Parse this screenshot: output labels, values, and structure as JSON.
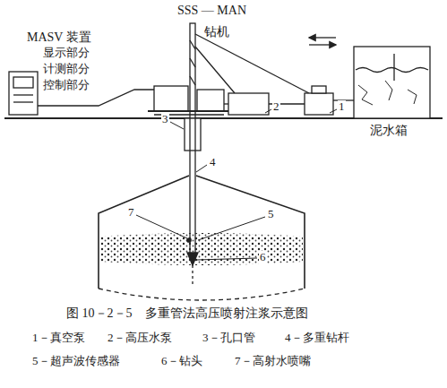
{
  "diagram": {
    "caption": "图 10－2－5　多重管法高压喷射注浆示意图",
    "labels": [
      "SSS — MAN",
      "钻机",
      "MASV 装置",
      "显示部分",
      "计测部分",
      "控制部分",
      "泥水箱",
      "1",
      "2",
      "3",
      "4",
      "7",
      "5",
      "6",
      "1－真空泵",
      "2－高压水泵",
      "3－孔口管",
      "4－多重钻杆",
      "5－超声波传感器",
      "6－钻头",
      "7－高射水喷嘴"
    ]
  }
}
